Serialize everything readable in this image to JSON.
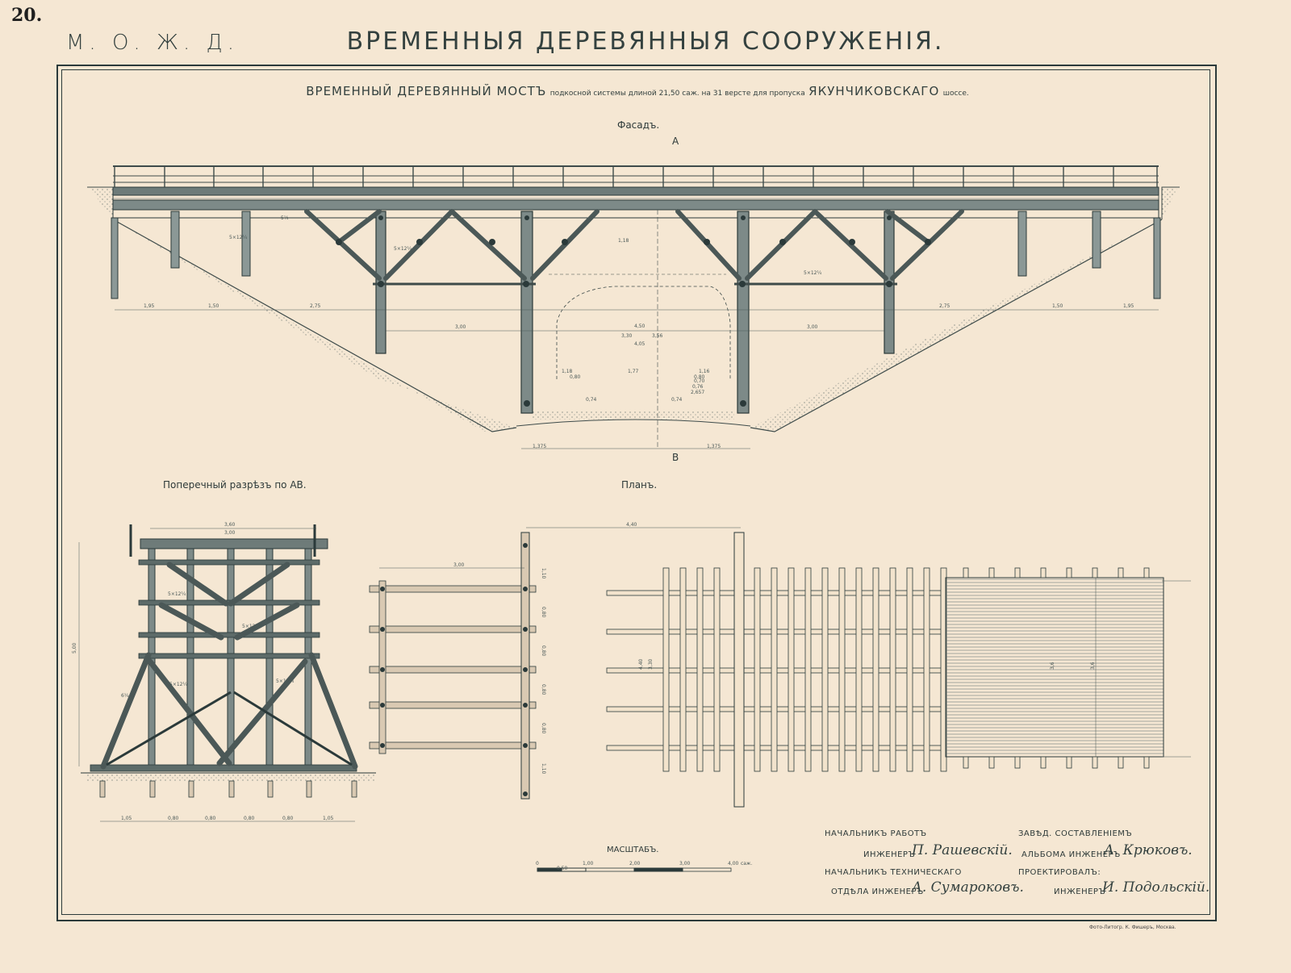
{
  "header": {
    "page_number": "20.",
    "series": "М. О. Ж. Д.",
    "title": "ВРЕМЕННЫЯ ДЕРЕВЯННЫЯ СООРУЖЕНIЯ."
  },
  "subtitle": {
    "part1": "ВРЕМЕННЫЙ ДЕРЕВЯННЫЙ МОСТЪ",
    "part2": "подкосной системы длиной 21,50 саж. на 31 версте для пропуска",
    "part3": "ЯКУНЧИКОВСКАГО",
    "part4": "шоссе."
  },
  "sections": {
    "facade": "Фасадъ.",
    "cross_section": "Поперечный разрѣзъ по АВ.",
    "plan": "Планъ.",
    "marker_a": "А",
    "marker_b": "В"
  },
  "facade_dims": {
    "d1": "1,95",
    "d2": "1,50",
    "d3": "2,75",
    "d4": "3,00",
    "d5": "3,00",
    "d6": "2,75",
    "d7": "1,50",
    "d8": "1,95",
    "clear_h": "1,18",
    "w1": "4,50",
    "w2": "4,05",
    "h1": "3,30",
    "h2": "3,56",
    "b1": "1,18",
    "b2": "0,80",
    "b3": "1,77",
    "b4": "1,16",
    "b5": "0,80",
    "b6": "0,74",
    "b7": "0,76",
    "b8": "0,74",
    "b9": "0,70",
    "b10": "2,657",
    "bottom_l": "1,375",
    "bottom_r": "1,375",
    "timber1": "5×12¼",
    "timber2": "5½"
  },
  "cross_dims": {
    "top1": "3,60",
    "top2": "3,00",
    "height": "5,00",
    "bottom": [
      "1,05",
      "0,80",
      "0,80",
      "0,80",
      "0,80",
      "1,05"
    ],
    "timber": "5×12¼",
    "timber2": "6¼"
  },
  "plan_dims": {
    "top": "4,40",
    "left_w": "3,00",
    "mid_h1": "4,40",
    "mid_h2": "3,30",
    "right_h": "3,6",
    "side": [
      "1,10",
      "0,80",
      "0,80",
      "0,80",
      "0,80",
      "1,10"
    ]
  },
  "scale": {
    "label": "МАСШТАБЪ.",
    "ticks": [
      "0",
      "0,50",
      "1,00",
      "2,00",
      "3,00",
      "4,00"
    ],
    "unit": "саж."
  },
  "signatures": {
    "left_role1": "НАЧАЛЬНИКЪ РАБОТЪ",
    "left_role1b": "ИНЖЕНЕРЪ",
    "left_name1": "П. Рашевскій.",
    "left_role2": "НАЧАЛЬНИКЪ ТЕХНИЧЕСКАГО",
    "left_role2b": "ОТДѢЛА ИНЖЕНЕРЪ",
    "left_name2": "А. Сумароковъ.",
    "right_role1": "ЗАВѢД. СОСТАВЛЕНIЕМЪ",
    "right_role1b": "АЛЬБОМА ИНЖЕНЕРЪ",
    "right_name1": "А. Крюковъ.",
    "right_role2": "ПРОЕКТИРОВАЛЪ:",
    "right_role2b": "ИНЖЕНЕРЪ",
    "right_name2": "И. Подольскій."
  },
  "printer": "Фото-Литогр. К. Фишеръ, Москва.",
  "colors": {
    "paper": "#f5e7d3",
    "ink": "#2b3a3a",
    "timber": "#5d6b69"
  }
}
